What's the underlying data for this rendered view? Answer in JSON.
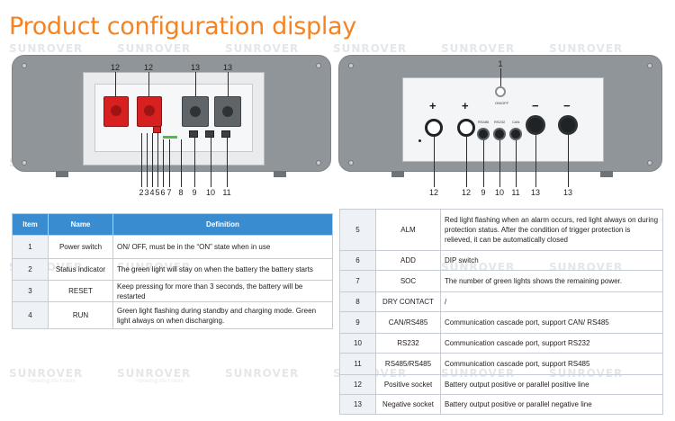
{
  "title": "Product configuration display",
  "watermark": {
    "brand": "SUNROVER",
    "slogan": "Powering the Future"
  },
  "left_panel": {
    "top_callouts": [
      "12",
      "12",
      "13",
      "13"
    ],
    "bottom_callouts": [
      "2",
      "3",
      "4",
      "5",
      "6",
      "7",
      "8",
      "9",
      "10",
      "11"
    ]
  },
  "right_panel": {
    "top_callout": "1",
    "switch_label": "ON/OFF",
    "signs": [
      "+",
      "+",
      "−",
      "−"
    ],
    "port_labels": [
      "RS485",
      "RS232",
      "CAN"
    ],
    "bottom_callouts": [
      "12",
      "12",
      "9",
      "10",
      "11",
      "13",
      "13"
    ]
  },
  "left_table": {
    "headers": [
      "Item",
      "Name",
      "Definition"
    ],
    "rows": [
      {
        "item": "1",
        "name": "Power switch",
        "def": "ON/ OFF, must be in the “ON” state when in use"
      },
      {
        "item": "2",
        "name": "Status indicator",
        "def": "The green light will stay on when the battery the battery starts"
      },
      {
        "item": "3",
        "name": "RESET",
        "def": "Keep pressing for more than 3 seconds, the battery will be restarted"
      },
      {
        "item": "4",
        "name": "RUN",
        "def": "Green light flashing during standby and charging mode. Green light always on when discharging."
      }
    ]
  },
  "right_table": {
    "rows": [
      {
        "item": "5",
        "name": "ALM",
        "def": "Red light flashing when an alarm occurs, red light always on during protection status. After the condition of trigger protection is relieved, it can be automatically closed"
      },
      {
        "item": "6",
        "name": "ADD",
        "def": "DIP switch"
      },
      {
        "item": "7",
        "name": "SOC",
        "def": "The number of green lights shows the remaining power."
      },
      {
        "item": "8",
        "name": "DRY CONTACT",
        "def": "/"
      },
      {
        "item": "9",
        "name": "CAN/RS485",
        "def": "Communication cascade port, support CAN/ RS485"
      },
      {
        "item": "10",
        "name": "RS232",
        "def": "Communication cascade port, support RS232"
      },
      {
        "item": "11",
        "name": "RS485/RS485",
        "def": "Communication cascade port, support RS485"
      },
      {
        "item": "12",
        "name": "Positive socket",
        "def": "Battery output positive or parallel positive line"
      },
      {
        "item": "13",
        "name": "Negative socket",
        "def": "Battery output positive or parallel negative line"
      }
    ]
  }
}
